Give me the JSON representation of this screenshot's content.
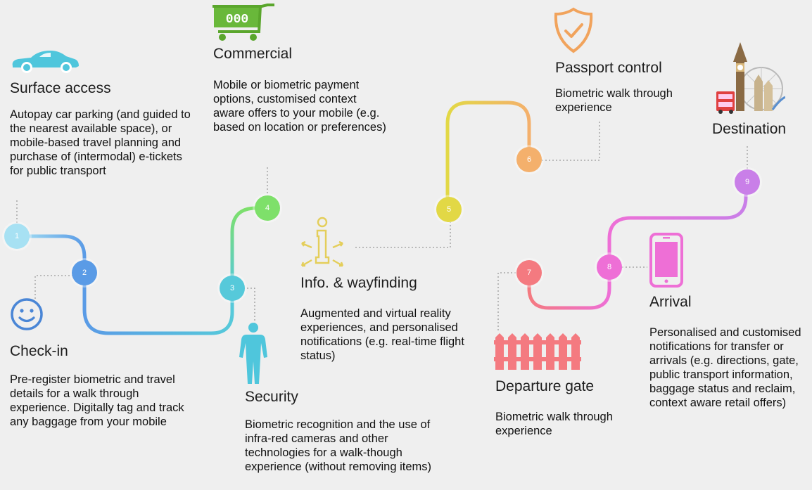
{
  "steps": [
    {
      "num": "1",
      "title": "Surface access",
      "desc": "Autopay car parking (and guided to the nearest available space), or mobile-based travel planning and purchase of (intermodal) e-tickets for public transport",
      "color": "#a7e1f3"
    },
    {
      "num": "2",
      "title": "Check-in",
      "desc": "Pre-register biometric and travel details for a walk through experience. Digitally tag and track any baggage from your mobile",
      "color": "#5a9be6"
    },
    {
      "num": "3",
      "title": "Security",
      "desc": "Biometric recognition and the use of infra-red cameras and other technologies for a walk-though experience (without removing items)",
      "color": "#56c9da"
    },
    {
      "num": "4",
      "title": "Commercial",
      "desc": "Mobile or biometric payment options, customised context aware offers to your mobile (e.g. based on location or preferences)",
      "color": "#7ee06a"
    },
    {
      "num": "5",
      "title": "Info. & wayfinding",
      "desc": "Augmented and virtual reality experiences, and personalised notifications (e.g. real-time flight status)",
      "color": "#e2d845"
    },
    {
      "num": "6",
      "title": "Passport control",
      "desc": "Biometric walk through experience",
      "color": "#f4b06c"
    },
    {
      "num": "7",
      "title": "Departure gate",
      "desc": "Biometric walk through experience",
      "color": "#f47a80"
    },
    {
      "num": "8",
      "title": "Arrival",
      "desc": "Personalised and customised notifications for transfer or arrivals (e.g. directions, gate, public transport information, baggage status and reclaim, context aware retail offers)",
      "color": "#ee6fd6"
    },
    {
      "num": "9",
      "title": "Destination",
      "desc": "",
      "color": "#c97fe8"
    }
  ],
  "icons": {
    "car": "car-icon",
    "smiley": "smiley-icon",
    "person": "body-scan-icon",
    "cart": "shopping-cart-icon",
    "info": "info-wayfinding-icon",
    "shield": "shield-check-icon",
    "fence": "gate-fence-icon",
    "phone": "mobile-phone-icon",
    "london": "london-landmarks-icon"
  },
  "cart_label": "000"
}
